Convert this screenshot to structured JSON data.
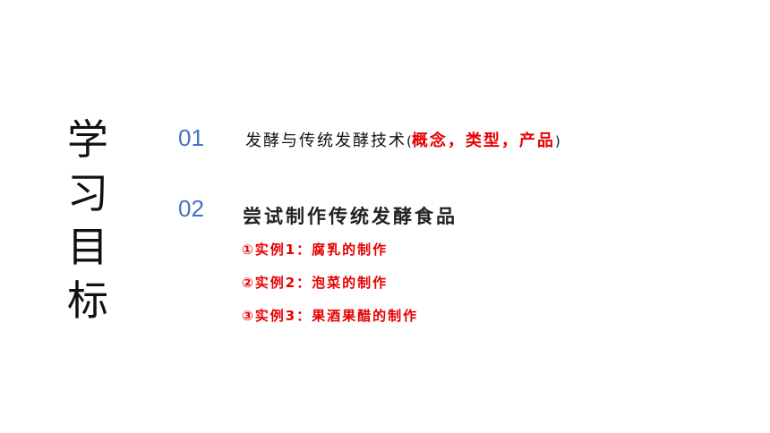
{
  "title_chars": [
    "学",
    "习",
    "目",
    "标"
  ],
  "sections": [
    {
      "number": "01",
      "text": "发酵与传统发酵技术",
      "paren_open": "(",
      "highlight": "概念，类型，产品",
      "paren_close": ")"
    },
    {
      "number": "02",
      "text": "尝试制作传统发酵食品",
      "subitems": [
        "①实例1：腐乳的制作",
        "②实例2：泡菜的制作",
        "③实例3：果酒果醋的制作"
      ]
    }
  ],
  "colors": {
    "number": "#4472c4",
    "highlight": "#e60000",
    "text": "#111111"
  }
}
